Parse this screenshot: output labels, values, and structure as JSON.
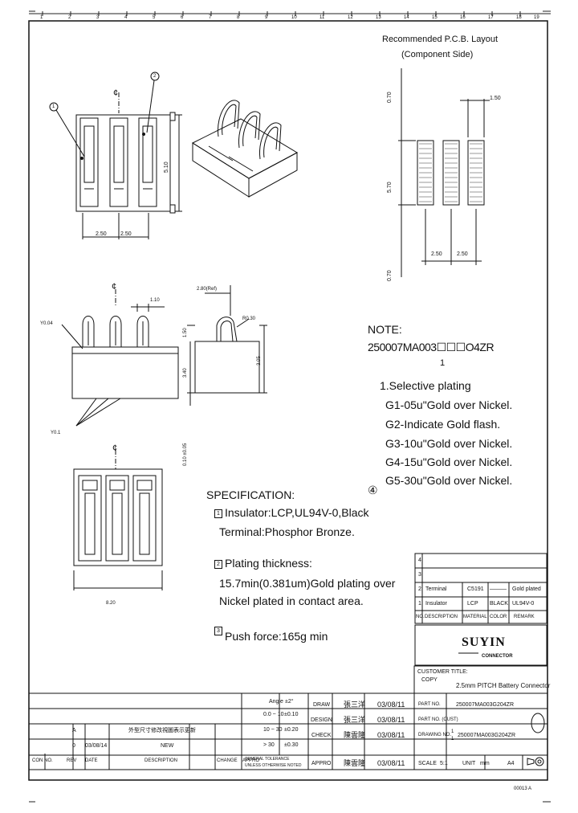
{
  "top_ruler": [
    "1",
    "2",
    "3",
    "4",
    "5",
    "6",
    "7",
    "8",
    "9",
    "10",
    "11",
    "12",
    "13",
    "14",
    "15",
    "16",
    "17",
    "18",
    "19"
  ],
  "layout": {
    "title_l1": "Recommended P.C.B. Layout",
    "title_l2": "(Component Side)",
    "dim_top": "1.50",
    "dim_pitch_a": "2.50",
    "dim_pitch_b": "2.50",
    "side_a": "0.70",
    "side_b": "5.70",
    "side_c": "0.70"
  },
  "top_view": {
    "callout1": "1",
    "callout2": "2",
    "cl": "¢",
    "dim_pitch_a": "2.50",
    "dim_pitch_b": "2.50",
    "dim_height": "5.10"
  },
  "front_view": {
    "cl": "¢",
    "dim_tab": "1.10",
    "label_c04": "Y0.04",
    "label_c01": "Y0.1",
    "dim_width": "8.20"
  },
  "side_view": {
    "dim_angle": "2.80(Ref)",
    "dim_r": "R0.30",
    "dim_v1": "1.50",
    "dim_v2": "3.40",
    "dim_v3": "3.05",
    "dim_tol": "0.10 ±0.05"
  },
  "bottom_view": {
    "cl": "¢"
  },
  "note": {
    "head": "NOTE:",
    "partno": "250007MA003☐☐☐O4ZR",
    "marker": "1",
    "plating_title": "1.Selective plating",
    "g1": "G1-05u\"Gold over Nickel.",
    "g2": "G2-Indicate Gold flash.",
    "g3": "G3-10u\"Gold over Nickel.",
    "g4": "G4-15u\"Gold over Nickel.",
    "g5": "G5-30u\"Gold over Nickel.",
    "mark": "④"
  },
  "spec": {
    "head": "SPECIFICATION:",
    "s1_num": "1",
    "s1_l1": "Insulator:LCP,UL94V-0,Black",
    "s1_l2": "Terminal:Phosphor Bronze.",
    "s2_num": "2",
    "s2_l1": "Plating thickness:",
    "s2_l2": "15.7min(0.381um)Gold plating over",
    "s2_l3": "Nickel plated in contact area.",
    "s3_num": "3",
    "s3_l1": "Push force:165g min"
  },
  "bom": {
    "rows": [
      {
        "no": "4",
        "desc": "",
        "mat": "",
        "color": "",
        "remark": ""
      },
      {
        "no": "3",
        "desc": "",
        "mat": "",
        "color": "",
        "remark": ""
      },
      {
        "no": "2",
        "desc": "Terminal",
        "mat": "C5191",
        "color": "———",
        "remark": "Gold plated"
      },
      {
        "no": "1",
        "desc": "Insulator",
        "mat": "LCP",
        "color": "BLACK",
        "remark": "UL94V-0"
      }
    ],
    "header": {
      "no": "NO.",
      "desc": "DESCRIPTION",
      "mat": "MATERIAL",
      "color": "COLOR",
      "remark": "REMARK"
    }
  },
  "logo": {
    "name": "SUYIN",
    "sub": "CONNECTOR"
  },
  "title_block": {
    "cust_label": "CUSTOMER TITLE:",
    "cust_abbr": "COPY",
    "desc": "2.5mm PITCH Battery Connector",
    "part_label": "PART NO.",
    "part_no": "250007MA003G204ZR",
    "cust_part_label": "PART NO. (CUST)",
    "drawing_label": "DRAWING NO.",
    "drawing_frac_top": "1",
    "drawing_frac_bot": "1",
    "drawing_no": "250007MA003G204ZR",
    "scale_label": "SCALE",
    "scale": "5:1",
    "unit_label": "UNIT",
    "unit": "mm",
    "size": "A4",
    "draw_label": "DRAW",
    "design_label": "DESIGN",
    "check_label": "CHECK",
    "appro_label": "APPRO",
    "draw_name": "張三洋",
    "design_name": "張三洋",
    "check_name": "陳雲隆",
    "appro_name": "陳雲隆",
    "draw_date": "03/08/11",
    "design_date": "03/08/11",
    "check_date": "03/08/11",
    "appro_date": "03/08/11"
  },
  "tolerance": {
    "angle_label": "Angle",
    "angle_val": "±2°",
    "rows": [
      {
        "range": "0.0 ~ 10",
        "tol": "±0.10"
      },
      {
        "range": "10 ~ 30",
        "tol": "±0.20"
      },
      {
        "range": "> 30",
        "tol": "±0.30"
      }
    ],
    "note_l1": "GENERAL TOLERANCE",
    "note_l2": "UNLESS OTHERWISE NOTED"
  },
  "revision": {
    "rows": [
      {
        "rev": "A",
        "date": "",
        "desc": "外型尺寸修改視圖表示更新"
      },
      {
        "rev": "0",
        "date": "03/08/14",
        "desc": "NEW"
      }
    ],
    "header": {
      "con": "CON NO.",
      "rev": "REV",
      "date": "DATE",
      "desc": "DESCRIPTION",
      "change": "CHANGE",
      "appro": "APPRO"
    }
  },
  "footer": "00013 A"
}
